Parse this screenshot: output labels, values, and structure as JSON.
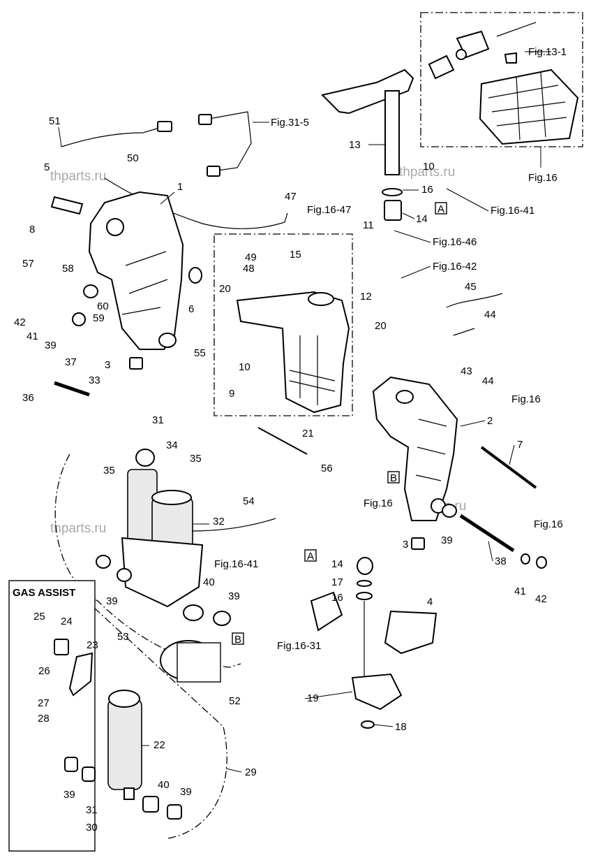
{
  "watermarks": [
    "thparts.ru",
    "thparts.ru",
    "thparts.ru",
    "thparts.ru"
  ],
  "gas_assist_title": "GAS ASSIST",
  "refs": {
    "fig31_5": "Fig.31-5",
    "fig13_1": "Fig.13-1",
    "fig16_top": "Fig.16",
    "fig16_47": "Fig.16-47",
    "fig16_41_top": "Fig.16-41",
    "fig16_46": "Fig.16-46",
    "fig16_42": "Fig.16-42",
    "fig16_right_a": "Fig.16",
    "fig16_mid": "Fig.16",
    "fig16_right_b": "Fig.16",
    "fig16_41_low": "Fig.16-41",
    "fig16_31": "Fig.16-31"
  },
  "boxed": {
    "a1": "A",
    "b1": "B",
    "a2": "A",
    "b2": "B"
  },
  "parts": {
    "p51": "51",
    "p50": "50",
    "p5": "5",
    "p1": "1",
    "p8": "8",
    "p57": "57",
    "p58": "58",
    "p60": "60",
    "p59": "59",
    "p42a": "42",
    "p41a": "41",
    "p39a": "39",
    "p6": "6",
    "p47": "47",
    "p49": "49",
    "p15": "15",
    "p48": "48",
    "p20a": "20",
    "p13": "13",
    "p10a": "10",
    "p16a": "16",
    "p14a": "14",
    "p11": "11",
    "p12": "12",
    "p45": "45",
    "p44a": "44",
    "p43": "43",
    "p44b": "44",
    "p20b": "20",
    "p10b": "10",
    "p9": "9",
    "p55": "55",
    "p3a": "3",
    "p37": "37",
    "p36": "36",
    "p33": "33",
    "p31a": "31",
    "p34": "34",
    "p35a": "35",
    "p35b": "35",
    "p21": "21",
    "p2": "2",
    "p7": "7",
    "p56": "56",
    "p54": "54",
    "p32": "32",
    "p39b": "39",
    "p3b": "3",
    "p38": "38",
    "p41b": "41",
    "p42b": "42",
    "p39c": "39",
    "p40a": "40",
    "p39d": "39",
    "p53": "53",
    "p14b": "14",
    "p17": "17",
    "p16b": "16",
    "p4": "4",
    "p25": "25",
    "p24": "24",
    "p23": "23",
    "p26": "26",
    "p27": "27",
    "p28": "28",
    "p22": "22",
    "p19": "19",
    "p52": "52",
    "p18": "18",
    "p29": "29",
    "p39e": "39",
    "p40b": "40",
    "p39f": "39",
    "p31b": "31",
    "p30": "30"
  }
}
